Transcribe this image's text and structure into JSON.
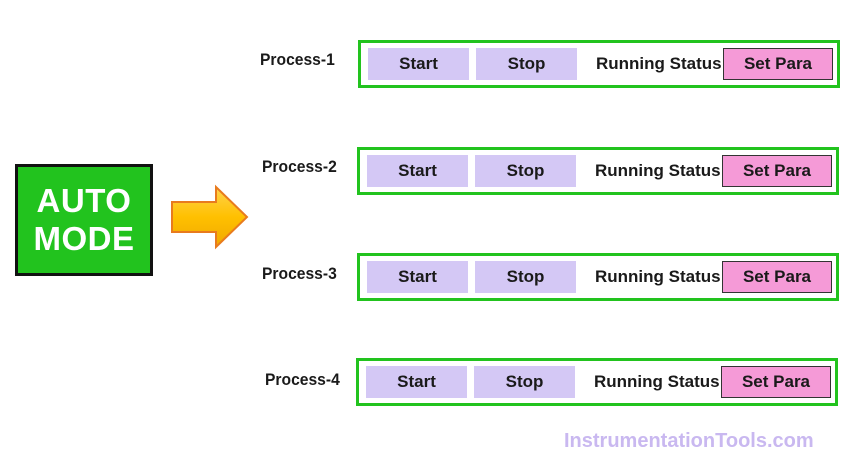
{
  "auto_mode": {
    "line1": "AUTO",
    "line2": "MODE",
    "color": "#22c31e"
  },
  "arrow": {
    "icon": "right-arrow-icon",
    "color": "#ffc000",
    "outline": "#e87b1e"
  },
  "processes": [
    {
      "label": "Process-1",
      "start": "Start",
      "stop": "Stop",
      "status": "Running Status",
      "set_para": "Set Para"
    },
    {
      "label": "Process-2",
      "start": "Start",
      "stop": "Stop",
      "status": "Running Status",
      "set_para": "Set Para"
    },
    {
      "label": "Process-3",
      "start": "Start",
      "stop": "Stop",
      "status": "Running Status",
      "set_para": "Set Para"
    },
    {
      "label": "Process-4",
      "start": "Start",
      "stop": "Stop",
      "status": "Running Status",
      "set_para": "Set Para"
    }
  ],
  "colors": {
    "row_border": "#22c31e",
    "button_bg": "#d4c8f5",
    "set_para_bg": "#f59ad7"
  },
  "watermark": "InstrumentationTools.com"
}
